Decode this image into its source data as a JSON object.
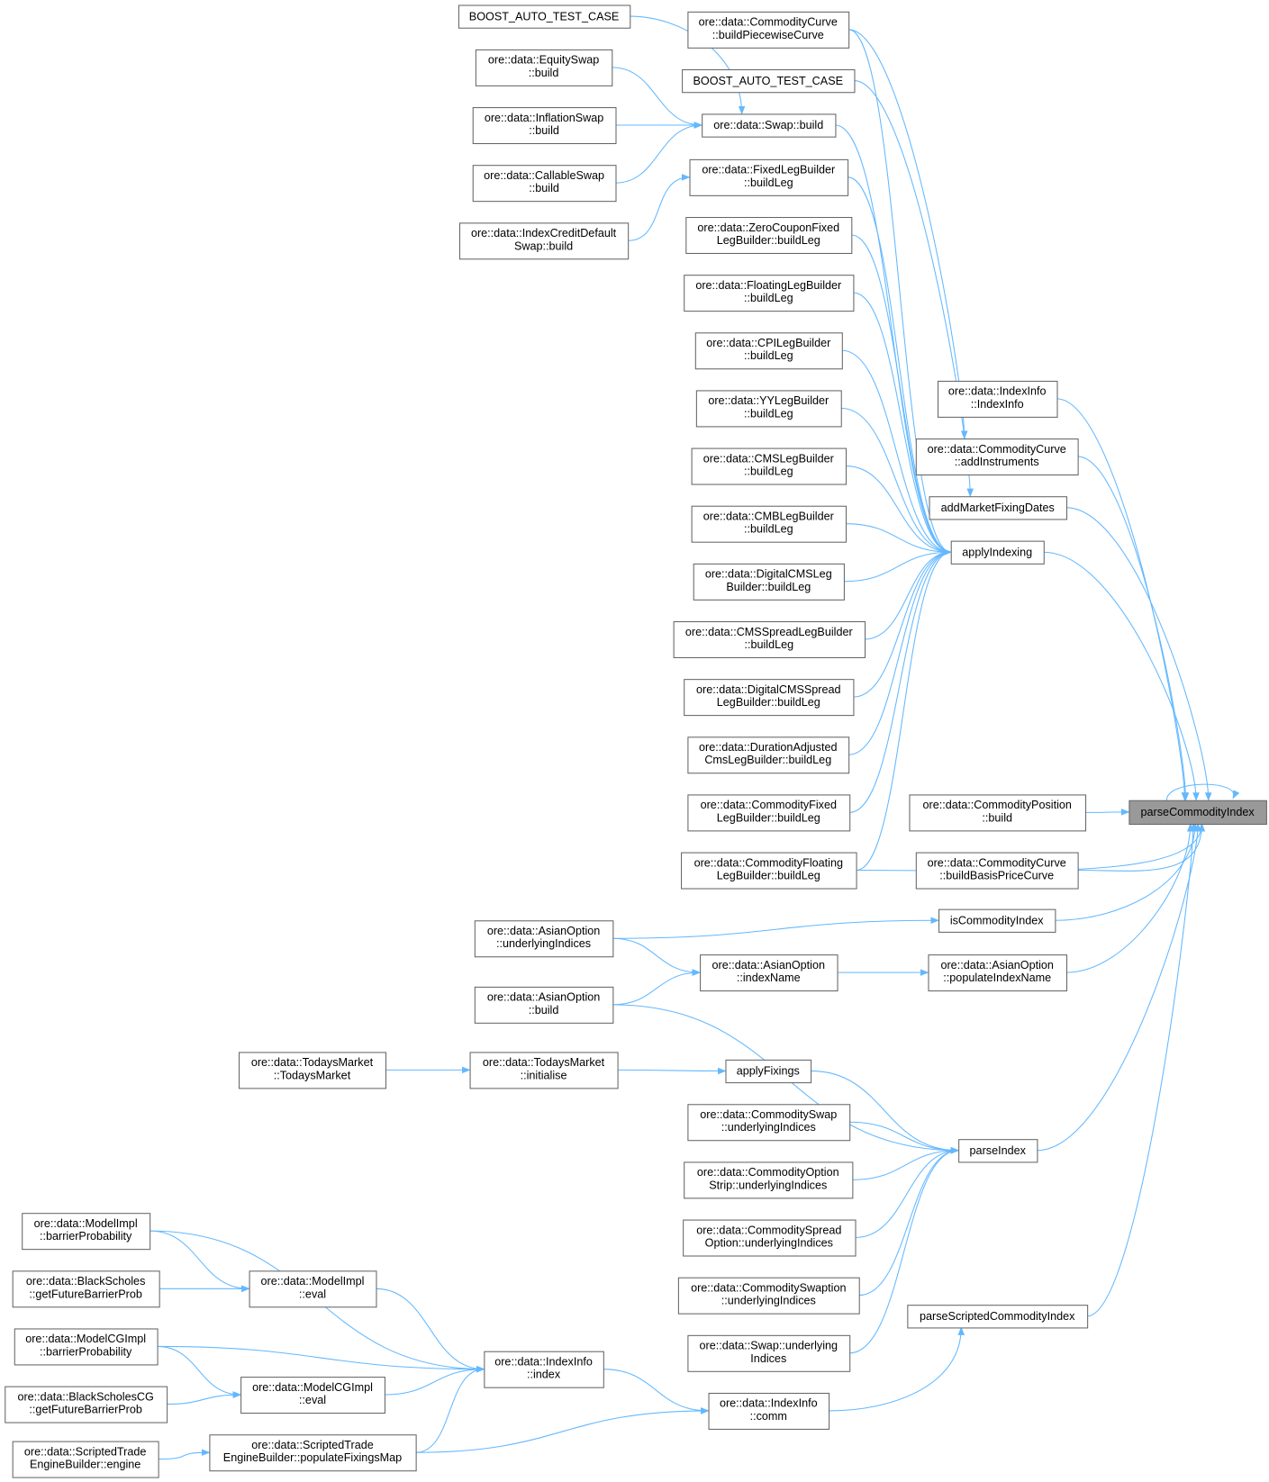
{
  "title": "parseCommodityIndex caller graph",
  "colors": {
    "edge": "#63b8ff",
    "node_border": "#666666",
    "focus_fill": "#999999"
  },
  "focus": "pci",
  "nodes": [
    {
      "id": "boost1",
      "lines": [
        "BOOST_AUTO_TEST_CASE"
      ]
    },
    {
      "id": "eqswap",
      "lines": [
        "ore::data::EquitySwap",
        "::build"
      ]
    },
    {
      "id": "infswap",
      "lines": [
        "ore::data::InflationSwap",
        "::build"
      ]
    },
    {
      "id": "callswap",
      "lines": [
        "ore::data::CallableSwap",
        "::build"
      ]
    },
    {
      "id": "icds",
      "lines": [
        "ore::data::IndexCreditDefault",
        "Swap::build"
      ]
    },
    {
      "id": "swapbuild",
      "lines": [
        "ore::data::Swap::build"
      ]
    },
    {
      "id": "cc_bpc",
      "lines": [
        "ore::data::CommodityCurve",
        "::buildPiecewiseCurve"
      ]
    },
    {
      "id": "boost2",
      "lines": [
        "BOOST_AUTO_TEST_CASE"
      ]
    },
    {
      "id": "fixedleg",
      "lines": [
        "ore::data::FixedLegBuilder",
        "::buildLeg"
      ]
    },
    {
      "id": "zcf",
      "lines": [
        "ore::data::ZeroCouponFixed",
        "LegBuilder::buildLeg"
      ]
    },
    {
      "id": "floatleg",
      "lines": [
        "ore::data::FloatingLegBuilder",
        "::buildLeg"
      ]
    },
    {
      "id": "cpileg",
      "lines": [
        "ore::data::CPILegBuilder",
        "::buildLeg"
      ]
    },
    {
      "id": "yyleg",
      "lines": [
        "ore::data::YYLegBuilder",
        "::buildLeg"
      ]
    },
    {
      "id": "cmsleg",
      "lines": [
        "ore::data::CMSLegBuilder",
        "::buildLeg"
      ]
    },
    {
      "id": "cmbleg",
      "lines": [
        "ore::data::CMBLegBuilder",
        "::buildLeg"
      ]
    },
    {
      "id": "dcmsleg",
      "lines": [
        "ore::data::DigitalCMSLeg",
        "Builder::buildLeg"
      ]
    },
    {
      "id": "cmsspread",
      "lines": [
        "ore::data::CMSSpreadLegBuilder",
        "::buildLeg"
      ]
    },
    {
      "id": "dcmsspread",
      "lines": [
        "ore::data::DigitalCMSSpread",
        "LegBuilder::buildLeg"
      ]
    },
    {
      "id": "durcms",
      "lines": [
        "ore::data::DurationAdjusted",
        "CmsLegBuilder::buildLeg"
      ]
    },
    {
      "id": "comfixed",
      "lines": [
        "ore::data::CommodityFixed",
        "LegBuilder::buildLeg"
      ]
    },
    {
      "id": "comfloat",
      "lines": [
        "ore::data::CommodityFloating",
        "LegBuilder::buildLeg"
      ]
    },
    {
      "id": "ii_ctor",
      "lines": [
        "ore::data::IndexInfo",
        "::IndexInfo"
      ]
    },
    {
      "id": "cc_addinst",
      "lines": [
        "ore::data::CommodityCurve",
        "::addInstruments"
      ]
    },
    {
      "id": "addmfd",
      "lines": [
        "addMarketFixingDates"
      ]
    },
    {
      "id": "applyidx",
      "lines": [
        "applyIndexing"
      ]
    },
    {
      "id": "pci",
      "lines": [
        "parseCommodityIndex"
      ]
    },
    {
      "id": "compos",
      "lines": [
        "ore::data::CommodityPosition",
        "::build"
      ]
    },
    {
      "id": "cc_bbpc",
      "lines": [
        "ore::data::CommodityCurve",
        "::buildBasisPriceCurve"
      ]
    },
    {
      "id": "iscomidx",
      "lines": [
        "isCommodityIndex"
      ]
    },
    {
      "id": "ao_ui",
      "lines": [
        "ore::data::AsianOption",
        "::underlyingIndices"
      ]
    },
    {
      "id": "ao_in",
      "lines": [
        "ore::data::AsianOption",
        "::indexName"
      ]
    },
    {
      "id": "ao_pin",
      "lines": [
        "ore::data::AsianOption",
        "::populateIndexName"
      ]
    },
    {
      "id": "ao_build",
      "lines": [
        "ore::data::AsianOption",
        "::build"
      ]
    },
    {
      "id": "tm_tm",
      "lines": [
        "ore::data::TodaysMarket",
        "::TodaysMarket"
      ]
    },
    {
      "id": "tm_init",
      "lines": [
        "ore::data::TodaysMarket",
        "::initialise"
      ]
    },
    {
      "id": "applyfix",
      "lines": [
        "applyFixings"
      ]
    },
    {
      "id": "cs_ui",
      "lines": [
        "ore::data::CommoditySwap",
        "::underlyingIndices"
      ]
    },
    {
      "id": "cos_ui",
      "lines": [
        "ore::data::CommodityOption",
        "Strip::underlyingIndices"
      ]
    },
    {
      "id": "csp_ui",
      "lines": [
        "ore::data::CommoditySpread",
        "Option::underlyingIndices"
      ]
    },
    {
      "id": "cswp_ui",
      "lines": [
        "ore::data::CommoditySwaption",
        "::underlyingIndices"
      ]
    },
    {
      "id": "swap_ui",
      "lines": [
        "ore::data::Swap::underlying",
        "Indices"
      ]
    },
    {
      "id": "parseidx",
      "lines": [
        "parseIndex"
      ]
    },
    {
      "id": "psci",
      "lines": [
        "parseScriptedCommodityIndex"
      ]
    },
    {
      "id": "mi_bp",
      "lines": [
        "ore::data::ModelImpl",
        "::barrierProbability"
      ]
    },
    {
      "id": "bs_gfb",
      "lines": [
        "ore::data::BlackScholes",
        "::getFutureBarrierProb"
      ]
    },
    {
      "id": "mi_eval",
      "lines": [
        "ore::data::ModelImpl",
        "::eval"
      ]
    },
    {
      "id": "mcg_bp",
      "lines": [
        "ore::data::ModelCGImpl",
        "::barrierProbability"
      ]
    },
    {
      "id": "bscg_gfb",
      "lines": [
        "ore::data::BlackScholesCG",
        "::getFutureBarrierProb"
      ]
    },
    {
      "id": "mcg_eval",
      "lines": [
        "ore::data::ModelCGImpl",
        "::eval"
      ]
    },
    {
      "id": "ii_index",
      "lines": [
        "ore::data::IndexInfo",
        "::index"
      ]
    },
    {
      "id": "ii_comm",
      "lines": [
        "ore::data::IndexInfo",
        "::comm"
      ]
    },
    {
      "id": "steb_pfm",
      "lines": [
        "ore::data::ScriptedTrade",
        "EngineBuilder::populateFixingsMap"
      ]
    },
    {
      "id": "steb_eng",
      "lines": [
        "ore::data::ScriptedTrade",
        "EngineBuilder::engine"
      ]
    }
  ],
  "edges": [
    [
      "boost1",
      "swapbuild"
    ],
    [
      "eqswap",
      "swapbuild"
    ],
    [
      "infswap",
      "swapbuild"
    ],
    [
      "callswap",
      "swapbuild"
    ],
    [
      "icds",
      "fixedleg"
    ],
    [
      "swapbuild",
      "applyidx"
    ],
    [
      "fixedleg",
      "applyidx"
    ],
    [
      "zcf",
      "applyidx"
    ],
    [
      "floatleg",
      "applyidx"
    ],
    [
      "cpileg",
      "applyidx"
    ],
    [
      "yyleg",
      "applyidx"
    ],
    [
      "cmsleg",
      "applyidx"
    ],
    [
      "cmbleg",
      "applyidx"
    ],
    [
      "dcmsleg",
      "applyidx"
    ],
    [
      "cmsspread",
      "applyidx"
    ],
    [
      "dcmsspread",
      "applyidx"
    ],
    [
      "durcms",
      "applyidx"
    ],
    [
      "comfixed",
      "applyidx"
    ],
    [
      "comfloat",
      "applyidx"
    ],
    [
      "cc_bpc",
      "applyidx"
    ],
    [
      "cc_bpc",
      "cc_addinst"
    ],
    [
      "boost2",
      "addmfd"
    ],
    [
      "applyidx",
      "pci"
    ],
    [
      "ii_ctor",
      "pci"
    ],
    [
      "cc_addinst",
      "pci"
    ],
    [
      "addmfd",
      "pci"
    ],
    [
      "comfloat",
      "pci"
    ],
    [
      "compos",
      "pci"
    ],
    [
      "cc_bbpc",
      "pci"
    ],
    [
      "iscomidx",
      "pci"
    ],
    [
      "ao_pin",
      "pci"
    ],
    [
      "parseidx",
      "pci"
    ],
    [
      "psci",
      "pci"
    ],
    [
      "ao_ui",
      "iscomidx"
    ],
    [
      "ao_ui",
      "ao_in"
    ],
    [
      "ao_build",
      "ao_in"
    ],
    [
      "ao_in",
      "ao_pin"
    ],
    [
      "tm_tm",
      "tm_init"
    ],
    [
      "tm_init",
      "applyfix"
    ],
    [
      "ao_build",
      "parseidx"
    ],
    [
      "applyfix",
      "parseidx"
    ],
    [
      "cs_ui",
      "parseidx"
    ],
    [
      "cos_ui",
      "parseidx"
    ],
    [
      "csp_ui",
      "parseidx"
    ],
    [
      "cswp_ui",
      "parseidx"
    ],
    [
      "swap_ui",
      "parseidx"
    ],
    [
      "mi_bp",
      "mi_eval"
    ],
    [
      "bs_gfb",
      "mi_eval"
    ],
    [
      "mcg_bp",
      "mcg_eval"
    ],
    [
      "bscg_gfb",
      "mcg_eval"
    ],
    [
      "mi_bp",
      "ii_index"
    ],
    [
      "mi_eval",
      "ii_index"
    ],
    [
      "mcg_bp",
      "ii_index"
    ],
    [
      "mcg_eval",
      "ii_index"
    ],
    [
      "steb_pfm",
      "ii_index"
    ],
    [
      "steb_eng",
      "steb_pfm"
    ],
    [
      "ii_index",
      "ii_comm"
    ],
    [
      "steb_pfm",
      "ii_comm"
    ],
    [
      "ii_comm",
      "psci"
    ]
  ]
}
